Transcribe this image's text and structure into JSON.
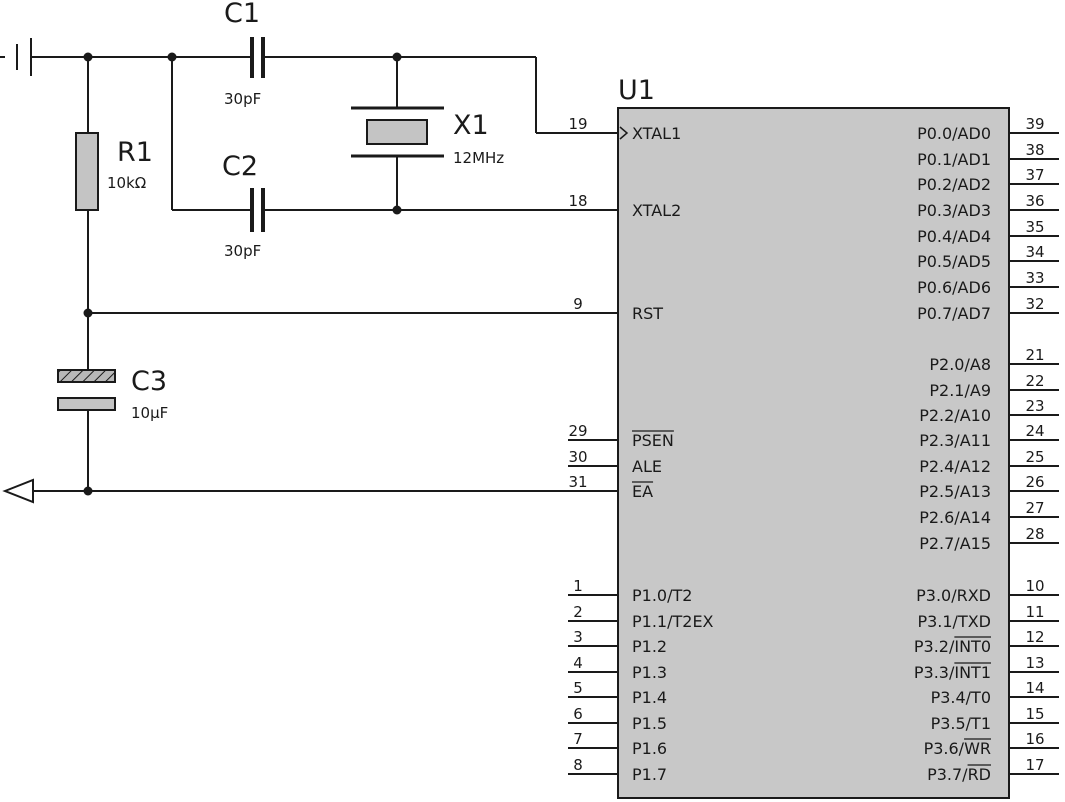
{
  "components": {
    "c1": {
      "ref": "C1",
      "value": "30pF"
    },
    "c2": {
      "ref": "C2",
      "value": "30pF"
    },
    "c3": {
      "ref": "C3",
      "value": "10μF"
    },
    "r1": {
      "ref": "R1",
      "value": "10kΩ"
    },
    "x1": {
      "ref": "X1",
      "value": "12MHz"
    },
    "u1": {
      "ref": "U1"
    }
  },
  "pins_left": [
    {
      "num": "19",
      "name": "XTAL1"
    },
    {
      "num": "18",
      "name": "XTAL2"
    },
    {
      "num": "9",
      "name": "RST"
    },
    {
      "num": "29",
      "name": "PSEN",
      "overbar": "PSEN"
    },
    {
      "num": "30",
      "name": "ALE"
    },
    {
      "num": "31",
      "name": "EA",
      "overbar": "EA"
    },
    {
      "num": "1",
      "name": "P1.0/T2"
    },
    {
      "num": "2",
      "name": "P1.1/T2EX"
    },
    {
      "num": "3",
      "name": "P1.2"
    },
    {
      "num": "4",
      "name": "P1.3"
    },
    {
      "num": "5",
      "name": "P1.4"
    },
    {
      "num": "6",
      "name": "P1.5"
    },
    {
      "num": "7",
      "name": "P1.6"
    },
    {
      "num": "8",
      "name": "P1.7"
    }
  ],
  "pins_right": [
    {
      "num": "39",
      "name": "P0.0/AD0"
    },
    {
      "num": "38",
      "name": "P0.1/AD1"
    },
    {
      "num": "37",
      "name": "P0.2/AD2"
    },
    {
      "num": "36",
      "name": "P0.3/AD3"
    },
    {
      "num": "35",
      "name": "P0.4/AD4"
    },
    {
      "num": "34",
      "name": "P0.5/AD5"
    },
    {
      "num": "33",
      "name": "P0.6/AD6"
    },
    {
      "num": "32",
      "name": "P0.7/AD7"
    },
    {
      "num": "21",
      "name": "P2.0/A8"
    },
    {
      "num": "22",
      "name": "P2.1/A9"
    },
    {
      "num": "23",
      "name": "P2.2/A10"
    },
    {
      "num": "24",
      "name": "P2.3/A11"
    },
    {
      "num": "25",
      "name": "P2.4/A12"
    },
    {
      "num": "26",
      "name": "P2.5/A13"
    },
    {
      "num": "27",
      "name": "P2.6/A14"
    },
    {
      "num": "28",
      "name": "P2.7/A15"
    },
    {
      "num": "10",
      "name": "P3.0/RXD"
    },
    {
      "num": "11",
      "name": "P3.1/TXD"
    },
    {
      "num": "12",
      "name": "P3.2/INT0",
      "overbar": "INT0"
    },
    {
      "num": "13",
      "name": "P3.3/INT1",
      "overbar": "INT1"
    },
    {
      "num": "14",
      "name": "P3.4/T0"
    },
    {
      "num": "15",
      "name": "P3.5/T1"
    },
    {
      "num": "16",
      "name": "P3.6/WR",
      "overbar": "WR"
    },
    {
      "num": "17",
      "name": "P3.7/RD",
      "overbar": "RD"
    }
  ]
}
